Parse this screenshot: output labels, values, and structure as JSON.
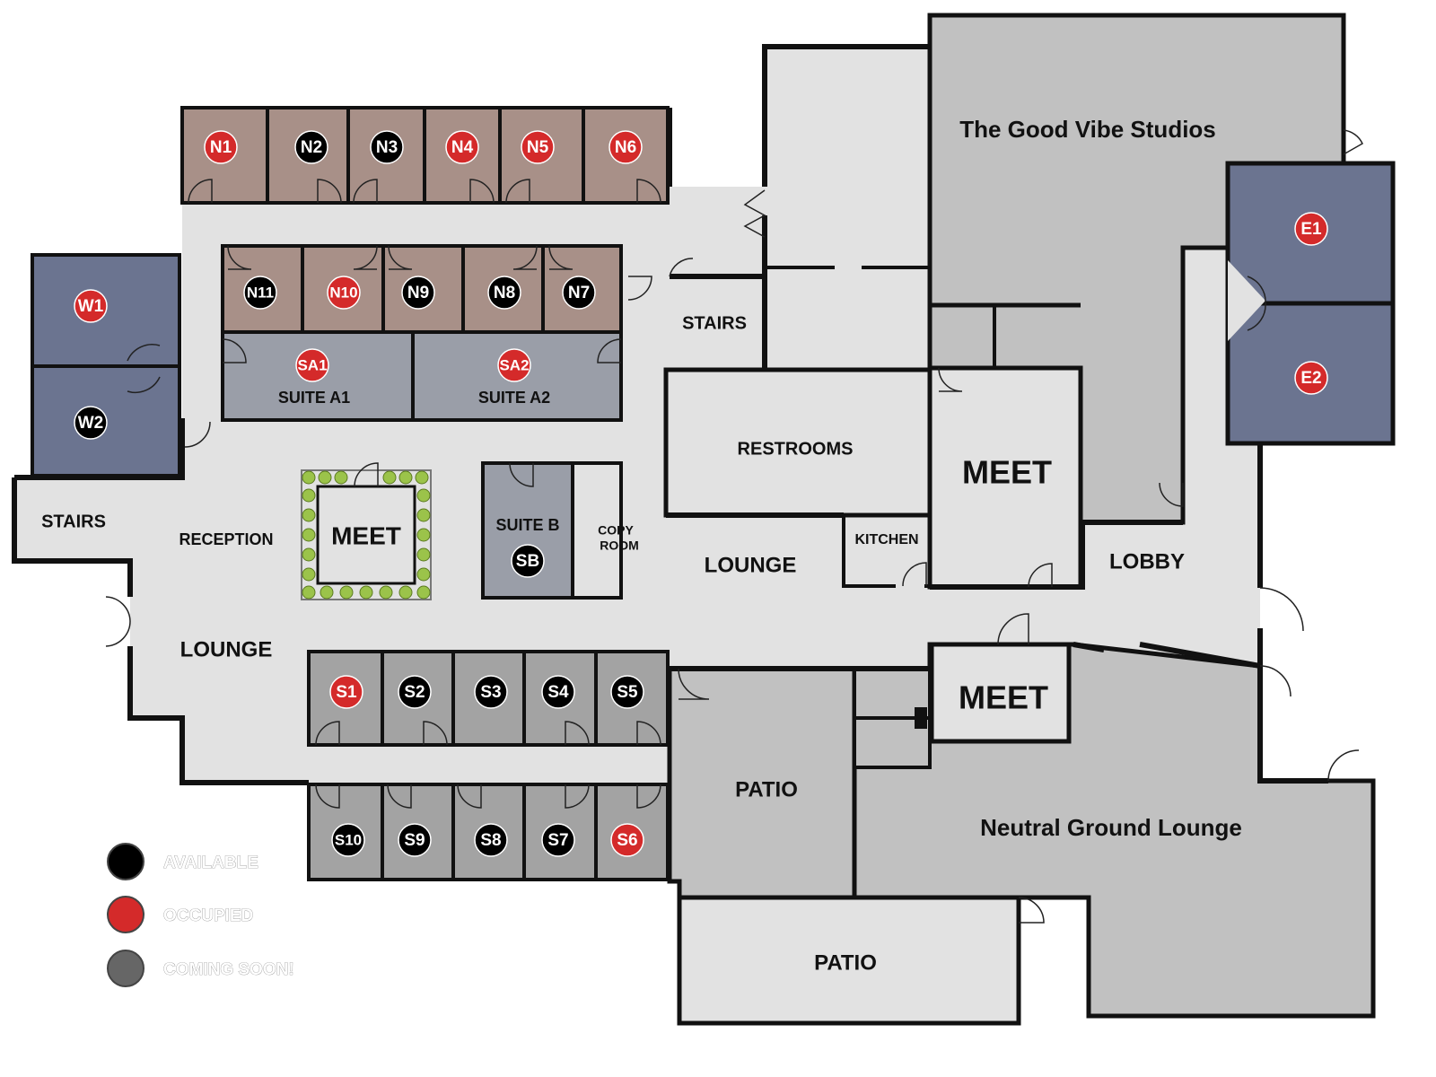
{
  "colors": {
    "available": "#000000",
    "occupied": "#d42a2a",
    "coming_soon": "#666666",
    "office_brown": "#a89088",
    "office_blue": "#6b7490",
    "suite_gray": "#9a9ea8",
    "south_gray": "#a3a3a3",
    "common": "#e2e2e2",
    "tenant_gray": "#c1c1c1",
    "wall": "#111111",
    "plant": "#9bc34a"
  },
  "units": {
    "N1": {
      "label": "N1",
      "status": "occupied"
    },
    "N2": {
      "label": "N2",
      "status": "available"
    },
    "N3": {
      "label": "N3",
      "status": "available"
    },
    "N4": {
      "label": "N4",
      "status": "occupied"
    },
    "N5": {
      "label": "N5",
      "status": "occupied"
    },
    "N6": {
      "label": "N6",
      "status": "occupied"
    },
    "N7": {
      "label": "N7",
      "status": "available"
    },
    "N8": {
      "label": "N8",
      "status": "available"
    },
    "N9": {
      "label": "N9",
      "status": "available"
    },
    "N10": {
      "label": "N10",
      "status": "occupied"
    },
    "N11": {
      "label": "N11",
      "status": "available"
    },
    "SA1": {
      "label": "SA1",
      "status": "occupied"
    },
    "SA2": {
      "label": "SA2",
      "status": "occupied"
    },
    "SB": {
      "label": "SB",
      "status": "available"
    },
    "W1": {
      "label": "W1",
      "status": "occupied"
    },
    "W2": {
      "label": "W2",
      "status": "available"
    },
    "E1": {
      "label": "E1",
      "status": "occupied"
    },
    "E2": {
      "label": "E2",
      "status": "occupied"
    },
    "S1": {
      "label": "S1",
      "status": "occupied"
    },
    "S2": {
      "label": "S2",
      "status": "available"
    },
    "S3": {
      "label": "S3",
      "status": "available"
    },
    "S4": {
      "label": "S4",
      "status": "available"
    },
    "S5": {
      "label": "S5",
      "status": "available"
    },
    "S6": {
      "label": "S6",
      "status": "occupied"
    },
    "S7": {
      "label": "S7",
      "status": "available"
    },
    "S8": {
      "label": "S8",
      "status": "available"
    },
    "S9": {
      "label": "S9",
      "status": "available"
    },
    "S10": {
      "label": "S10",
      "status": "available"
    }
  },
  "rooms": {
    "good_vibe": "The Good Vibe Studios",
    "suite_a1": "SUITE A1",
    "suite_a2": "SUITE A2",
    "suite_b": "SUITE B",
    "copy_room_1": "COPY",
    "copy_room_2": "ROOM",
    "stairs_west": "STAIRS",
    "stairs_north": "STAIRS",
    "reception": "RECEPTION",
    "meet_center": "MEET",
    "meet_east": "MEET",
    "meet_south": "MEET",
    "restrooms": "RESTROOMS",
    "kitchen": "KITCHEN",
    "lounge_center": "LOUNGE",
    "lounge_west": "LOUNGE",
    "lobby": "LOBBY",
    "patio_upper": "PATIO",
    "patio_lower": "PATIO",
    "neutral_ground": "Neutral Ground Lounge"
  },
  "legend": {
    "available": "AVAILABLE",
    "occupied": "OCCUPIED",
    "coming_soon": "COMING SOON!"
  }
}
